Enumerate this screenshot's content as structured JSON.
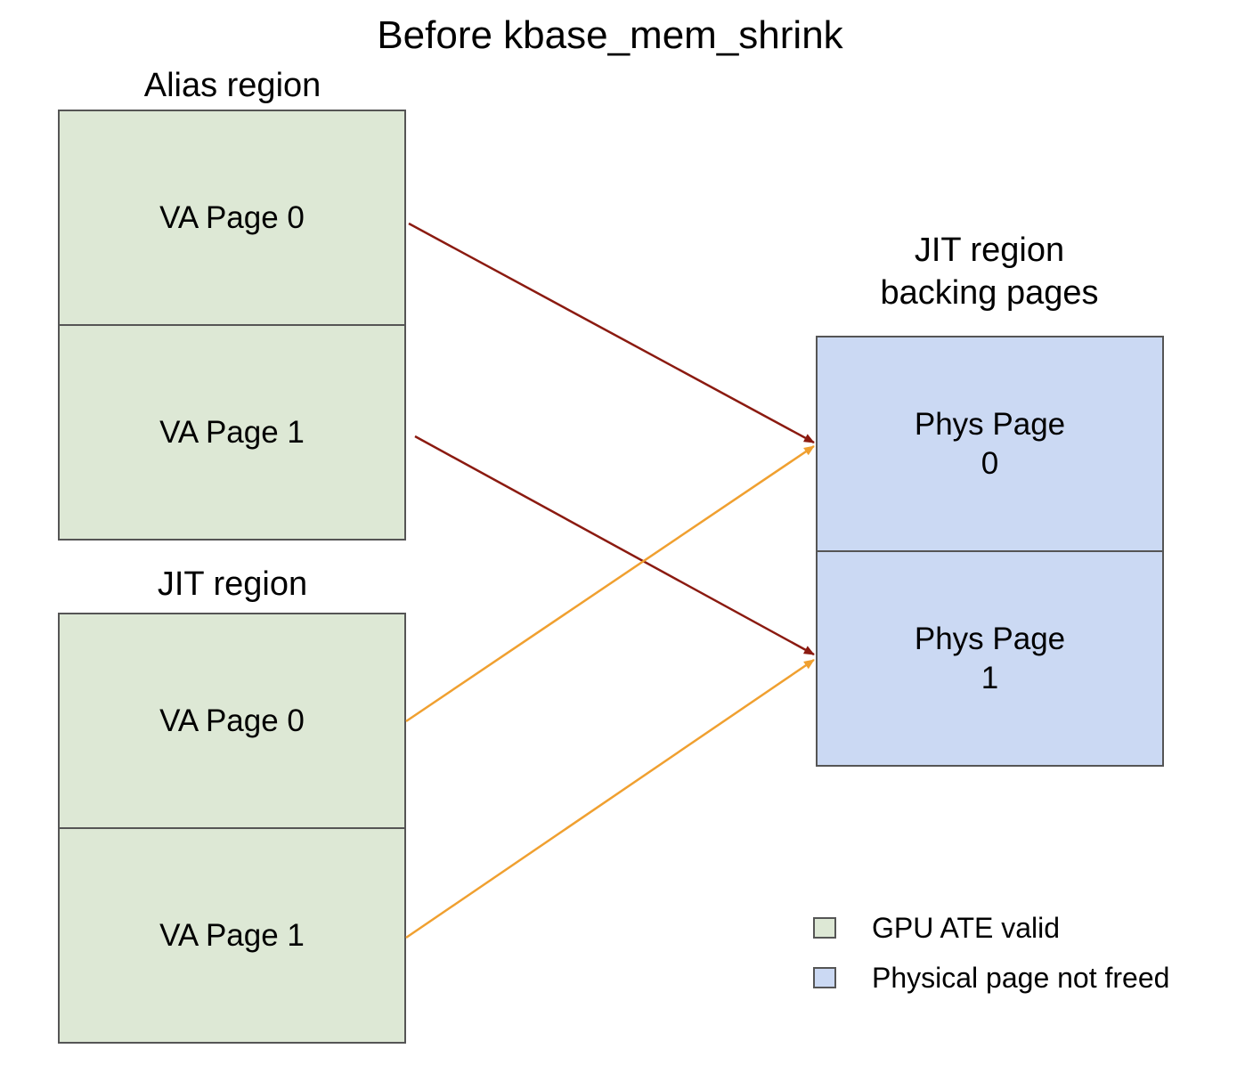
{
  "title": "Before kbase_mem_shrink",
  "alias_region": {
    "heading": "Alias region",
    "pages": [
      "VA Page 0",
      "VA Page 1"
    ]
  },
  "jit_region": {
    "heading": "JIT region",
    "pages": [
      "VA Page 0",
      "VA Page 1"
    ]
  },
  "backing_region": {
    "heading_line1": "JIT region",
    "heading_line2": "backing pages",
    "pages": [
      "Phys Page\n0",
      "Phys Page\n1"
    ]
  },
  "legend": {
    "items": [
      {
        "label": "GPU ATE valid",
        "color": "#dde8d5"
      },
      {
        "label": "Physical page not freed",
        "color": "#cbd9f3"
      }
    ]
  },
  "colors": {
    "va_fill": "#dde8d5",
    "phys_fill": "#cbd9f3",
    "alias_arrow": "#8b1a10",
    "jit_arrow": "#f0a030"
  },
  "mappings": [
    {
      "from": "alias.page0",
      "to": "phys.page0",
      "color": "#8b1a10"
    },
    {
      "from": "alias.page1",
      "to": "phys.page1",
      "color": "#8b1a10"
    },
    {
      "from": "jit.page0",
      "to": "phys.page0",
      "color": "#f0a030"
    },
    {
      "from": "jit.page1",
      "to": "phys.page1",
      "color": "#f0a030"
    }
  ]
}
